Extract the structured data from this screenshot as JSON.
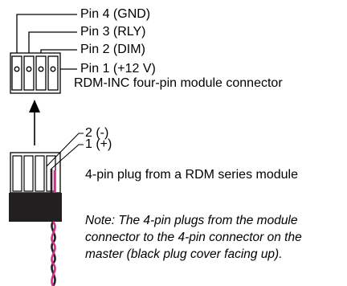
{
  "connector": {
    "pins": [
      {
        "label": "Pin 4 (GND)"
      },
      {
        "label": "Pin 3 (RLY)"
      },
      {
        "label": "Pin 2 (DIM)"
      },
      {
        "label": "Pin 1 (+12 V)"
      }
    ],
    "caption": "RDM-INC four-pin module connector"
  },
  "plug": {
    "wires": [
      {
        "label": "2 (-)"
      },
      {
        "label": "1 (+)"
      }
    ],
    "caption": "4-pin plug from a RDM series module"
  },
  "note": "Note: The 4-pin plugs from the module connector to the 4-pin connector on the master (black plug cover facing up).",
  "colors": {
    "wire_black": "#231f20",
    "wire_pink": "#d0308c",
    "plug_cover": "#231f20"
  }
}
